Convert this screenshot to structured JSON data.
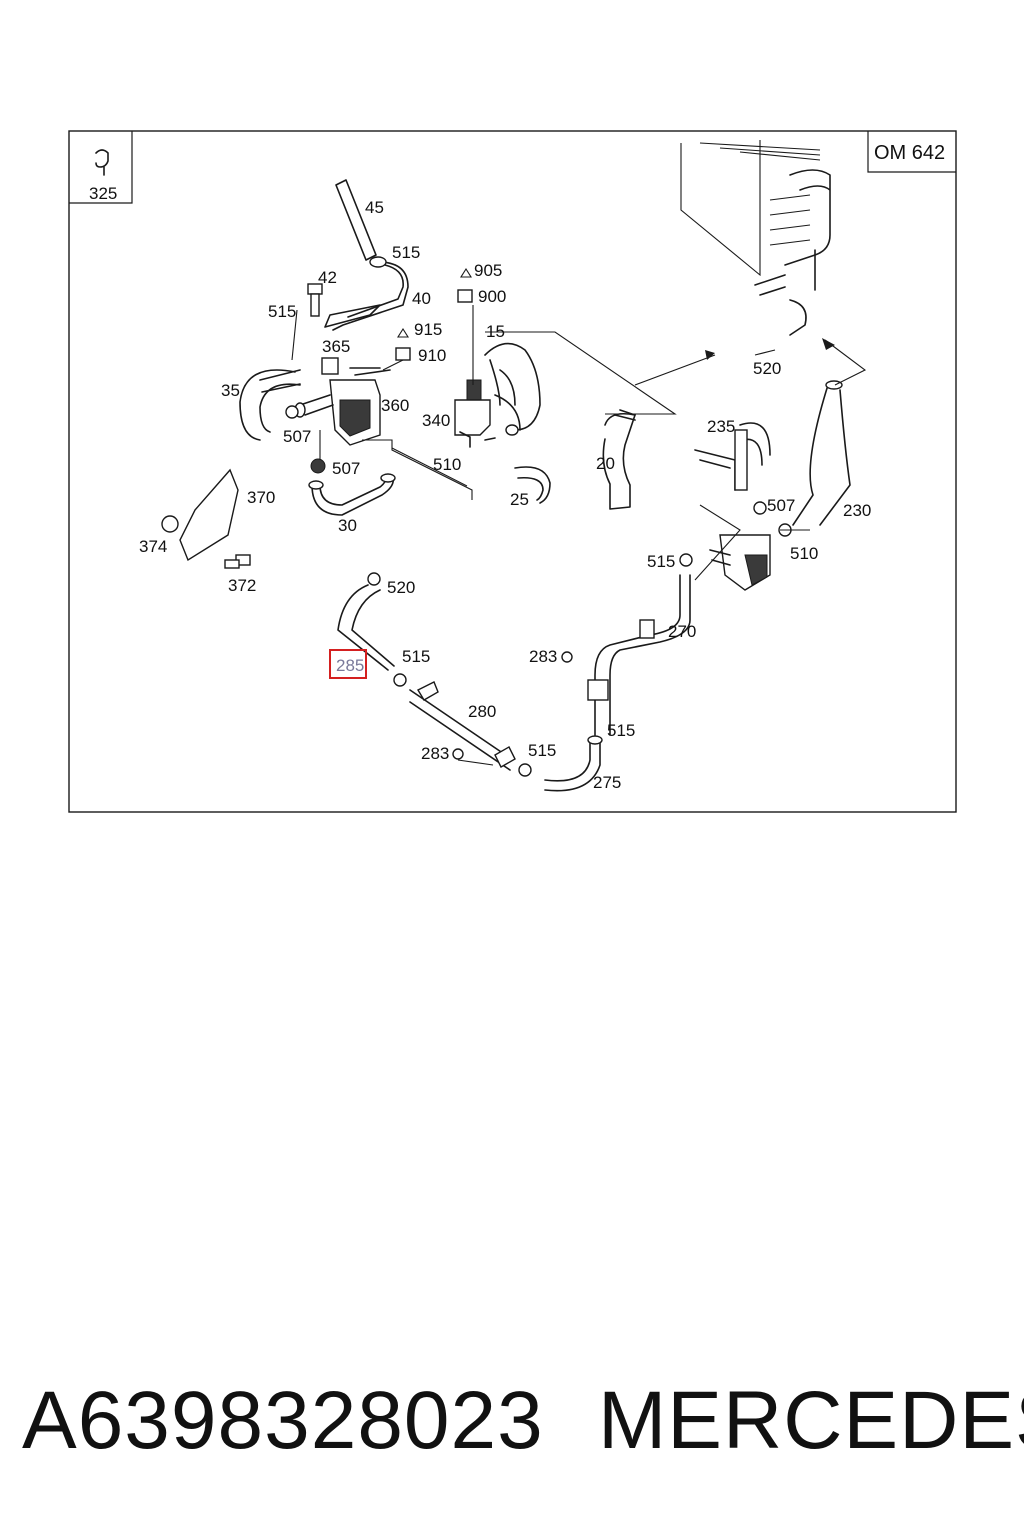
{
  "engine_label": "OM 642",
  "legend_clip_label": "325",
  "highlighted_callout": "285",
  "callouts": [
    "45",
    "515",
    "42",
    "40",
    "515",
    "905",
    "900",
    "915",
    "910",
    "15",
    "365",
    "35",
    "360",
    "340",
    "507",
    "507",
    "510",
    "30",
    "25",
    "20",
    "520",
    "370",
    "374",
    "372",
    "520",
    "515",
    "285",
    "235",
    "507",
    "515",
    "510",
    "230",
    "270",
    "283",
    "280",
    "515",
    "283",
    "515",
    "275"
  ],
  "part_number": "A6398328023",
  "manufacturer": "MERCEDES",
  "colors": {
    "highlight": "#d42020",
    "line": "#1a1a1a"
  }
}
